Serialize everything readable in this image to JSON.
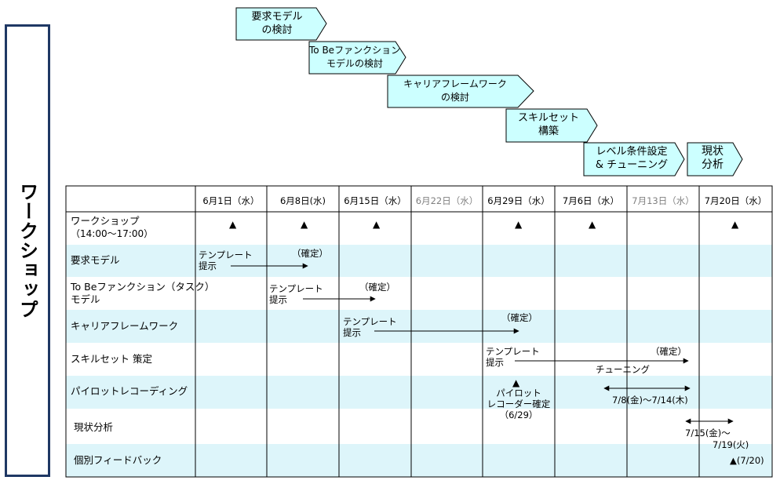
{
  "title": "ワークショップ",
  "phases": [
    {
      "l1": "要求モデル",
      "l2": "の検討"
    },
    {
      "l1": "To Beファンクション",
      "l2": "モデルの検討"
    },
    {
      "l1": "キャリアフレームワーク",
      "l2": "の検討"
    },
    {
      "l1": "スキルセット",
      "l2": "構築"
    },
    {
      "l1": "レベル条件設定",
      "l2": "& チューニング"
    },
    {
      "l1": "現状",
      "l2": "分析"
    }
  ],
  "dates": [
    "6月1日（水）",
    "6月8日(水)",
    "6月15日（水）",
    "6月22日（水）",
    "6月29日（水）",
    "7月6日（水）",
    "7月13日（水）",
    "7月20日（水）"
  ],
  "rows": [
    {
      "l1": "ワークショップ",
      "l2": "（14:00～17:00）"
    },
    {
      "l1": "要求モデル",
      "l2": ""
    },
    {
      "l1": "To Beファンクション（タスク）",
      "l2": "モデル"
    },
    {
      "l1": "キャリアフレームワーク",
      "l2": ""
    },
    {
      "l1": "スキルセット 策定",
      "l2": ""
    },
    {
      "l1": "パイロットレコーディング",
      "l2": ""
    },
    {
      "l1": "現状分析",
      "l2": ""
    },
    {
      "l1": "個別フィードバック",
      "l2": ""
    }
  ],
  "workshop_marker": "▲",
  "notes": {
    "template_1": "テンプレート",
    "template_2": "提示",
    "confirmed": "（確定）",
    "tuning": "チューニング",
    "pilot_1": "パイロット",
    "pilot_2": "レコーダー確定",
    "pilot_3": "（6/29）",
    "pilot_range": "7/8(金)～7/14(木)",
    "current_1": "7/15(金)～",
    "current_2": "7/19(火)",
    "feedback": "▲(7/20)"
  },
  "colors": {
    "phase_fill": "#ccffff",
    "stripe": "#ddf5fa",
    "frame": "#1f3864"
  }
}
